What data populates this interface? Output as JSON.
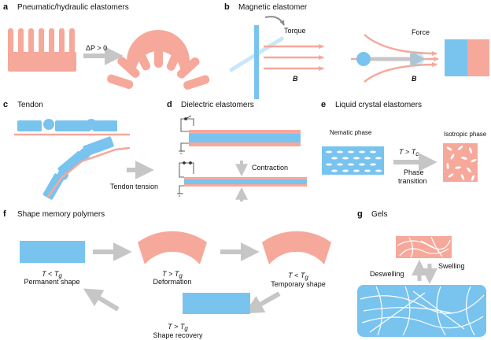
{
  "colors": {
    "blue": "#79c3ef",
    "pink": "#f6a89b",
    "gray": "#c6c6c6",
    "line": "#8c8c8c"
  },
  "panels": {
    "a": {
      "label": "a",
      "title": "Pneumatic/hydraulic elastomers",
      "arrow_text": "ΔP > 0"
    },
    "b": {
      "label": "b",
      "title": "Magnetic elastomer",
      "torque": "Torque",
      "force": "Force",
      "field_1": "B",
      "field_2": "B"
    },
    "c": {
      "label": "c",
      "title": "Tendon",
      "tension": "Tendon tension"
    },
    "d": {
      "label": "d",
      "title": "Dielectric elastomers",
      "contraction": "Contraction"
    },
    "e": {
      "label": "e",
      "title": "Liquid crystal elastomers",
      "nematic": "Nematic phase",
      "isotropic": "Isotropic phase",
      "cond_T": "T",
      "cond_rel": " > ",
      "cond_Tsub_main": "T",
      "cond_Tsub": "c",
      "transition_1": "Phase",
      "transition_2": "transition"
    },
    "f": {
      "label": "f",
      "title": "Shape memory polymers",
      "permanent_lt": "< ",
      "permanent_name": "Permanent shape",
      "deformation_gt": "> ",
      "deformation_name": "Deformation",
      "temporary_lt": "< ",
      "temporary_name": "Temporary shape",
      "recovery_gt": "> ",
      "recovery_name": "Shape recovery",
      "T": "T",
      "g": "g"
    },
    "g": {
      "label": "g",
      "title": "Gels",
      "deswelling": "Deswelling",
      "swelling": "Swelling"
    }
  }
}
